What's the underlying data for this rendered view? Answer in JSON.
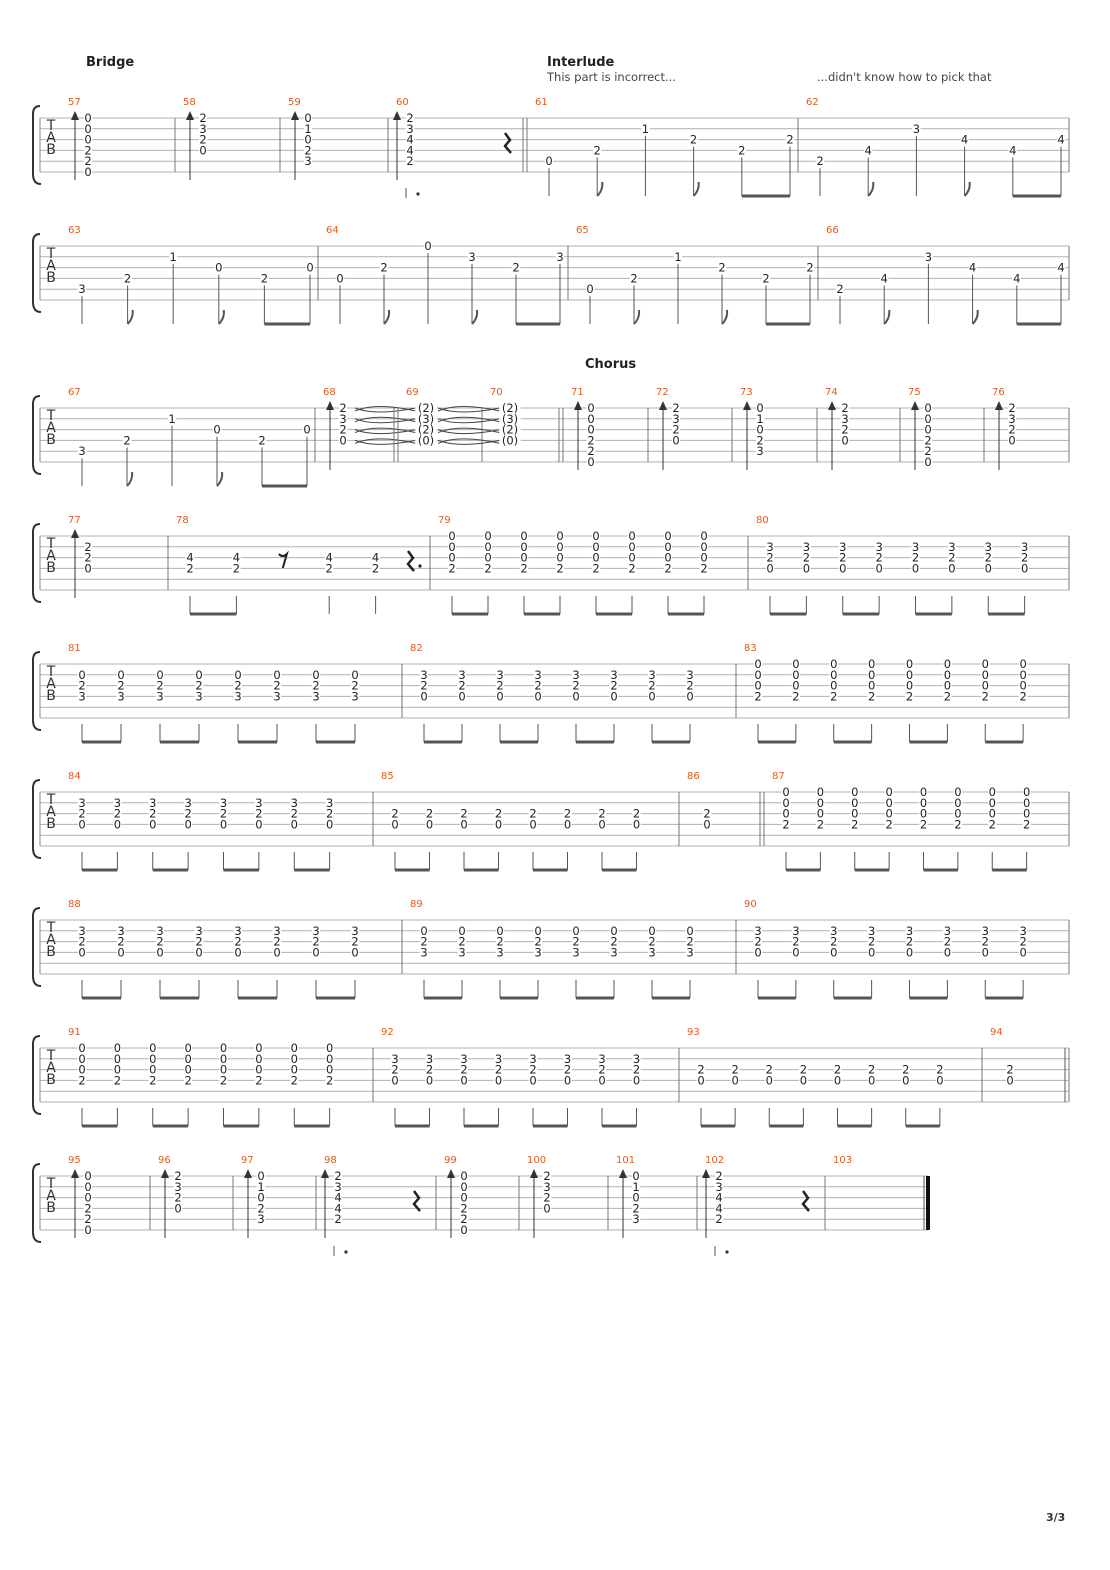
{
  "sections": {
    "bridge": "Bridge",
    "interlude": "Interlude",
    "chorus": "Chorus"
  },
  "notes": {
    "interlude_note_1": "This part is incorrect...",
    "interlude_note_2": "...didn't know how to pick that"
  },
  "clef": [
    "T",
    "A",
    "B"
  ],
  "page_number": "3/3",
  "colors": {
    "measure_number": "#e35a1e",
    "staff_line": "#b0b0b0",
    "text": "#222222"
  },
  "icons": {
    "strum": "strum-up-arrow",
    "rest_quarter": "quarter-rest",
    "rest_eighth": "eighth-rest"
  },
  "systems": [
    {
      "measures": [
        {
          "n": "57",
          "beats": [
            {
              "t": "c",
              "f": [
                "0",
                "0",
                "0",
                "2",
                "2",
                "0"
              ],
              "arrow": true
            }
          ]
        },
        {
          "n": "58",
          "beats": [
            {
              "t": "c",
              "f": [
                "2",
                "3",
                "2",
                "0",
                null,
                null
              ],
              "arrow": true
            }
          ]
        },
        {
          "n": "59",
          "beats": [
            {
              "t": "c",
              "f": [
                "0",
                "1",
                "0",
                "2",
                "3",
                null
              ],
              "arrow": true
            }
          ]
        },
        {
          "n": "60",
          "beats": [
            {
              "t": "c",
              "f": [
                "2",
                "3",
                "4",
                "4",
                "2",
                null
              ],
              "arrow": true,
              "dotted": true
            },
            {
              "t": "r"
            }
          ]
        },
        {
          "n": "61",
          "repeat": true,
          "beats": [
            {
              "t": "n",
              "s": 4,
              "f": "0",
              "stem": "q"
            },
            {
              "t": "n",
              "s": 3,
              "f": "2",
              "stem": "8"
            },
            {
              "t": "n",
              "s": 1,
              "f": "1",
              "stem": "q"
            },
            {
              "t": "n",
              "s": 2,
              "f": "2",
              "stem": "8"
            },
            {
              "t": "n",
              "s": 3,
              "f": "2",
              "stem": "b"
            },
            {
              "t": "n",
              "s": 2,
              "f": "2",
              "stem": "b"
            }
          ]
        },
        {
          "n": "62",
          "beats": [
            {
              "t": "n",
              "s": 4,
              "f": "2",
              "stem": "q"
            },
            {
              "t": "n",
              "s": 3,
              "f": "4",
              "stem": "8"
            },
            {
              "t": "n",
              "s": 1,
              "f": "3",
              "stem": "q"
            },
            {
              "t": "n",
              "s": 2,
              "f": "4",
              "stem": "8"
            },
            {
              "t": "n",
              "s": 3,
              "f": "4",
              "stem": "b"
            },
            {
              "t": "n",
              "s": 2,
              "f": "4",
              "stem": "b"
            }
          ]
        }
      ]
    },
    {
      "measures": [
        {
          "n": "63",
          "beats": [
            {
              "t": "n",
              "s": 4,
              "f": "3",
              "stem": "q"
            },
            {
              "t": "n",
              "s": 3,
              "f": "2",
              "stem": "8"
            },
            {
              "t": "n",
              "s": 1,
              "f": "1",
              "stem": "q"
            },
            {
              "t": "n",
              "s": 2,
              "f": "0",
              "stem": "8"
            },
            {
              "t": "n",
              "s": 3,
              "f": "2",
              "stem": "b"
            },
            {
              "t": "n",
              "s": 2,
              "f": "0",
              "stem": "b"
            }
          ]
        },
        {
          "n": "64",
          "beats": [
            {
              "t": "n",
              "s": 3,
              "f": "0",
              "stem": "q"
            },
            {
              "t": "n",
              "s": 2,
              "f": "2",
              "stem": "8"
            },
            {
              "t": "n",
              "s": 0,
              "f": "0",
              "stem": "q"
            },
            {
              "t": "n",
              "s": 1,
              "f": "3",
              "stem": "8"
            },
            {
              "t": "n",
              "s": 2,
              "f": "2",
              "stem": "b"
            },
            {
              "t": "n",
              "s": 1,
              "f": "3",
              "stem": "b"
            }
          ]
        },
        {
          "n": "65",
          "beats": [
            {
              "t": "n",
              "s": 4,
              "f": "0",
              "stem": "q"
            },
            {
              "t": "n",
              "s": 3,
              "f": "2",
              "stem": "8"
            },
            {
              "t": "n",
              "s": 1,
              "f": "1",
              "stem": "q"
            },
            {
              "t": "n",
              "s": 2,
              "f": "2",
              "stem": "8"
            },
            {
              "t": "n",
              "s": 3,
              "f": "2",
              "stem": "b"
            },
            {
              "t": "n",
              "s": 2,
              "f": "2",
              "stem": "b"
            }
          ]
        },
        {
          "n": "66",
          "beats": [
            {
              "t": "n",
              "s": 4,
              "f": "2",
              "stem": "q"
            },
            {
              "t": "n",
              "s": 3,
              "f": "4",
              "stem": "8"
            },
            {
              "t": "n",
              "s": 1,
              "f": "3",
              "stem": "q"
            },
            {
              "t": "n",
              "s": 2,
              "f": "4",
              "stem": "8"
            },
            {
              "t": "n",
              "s": 3,
              "f": "4",
              "stem": "b"
            },
            {
              "t": "n",
              "s": 2,
              "f": "4",
              "stem": "b"
            }
          ]
        }
      ]
    },
    {
      "measures": [
        {
          "n": "67",
          "beats": [
            {
              "t": "n",
              "s": 4,
              "f": "3",
              "stem": "q"
            },
            {
              "t": "n",
              "s": 3,
              "f": "2",
              "stem": "8"
            },
            {
              "t": "n",
              "s": 1,
              "f": "1",
              "stem": "q"
            },
            {
              "t": "n",
              "s": 2,
              "f": "0",
              "stem": "8"
            },
            {
              "t": "n",
              "s": 3,
              "f": "2",
              "stem": "b"
            },
            {
              "t": "n",
              "s": 2,
              "f": "0",
              "stem": "b"
            }
          ]
        },
        {
          "n": "68",
          "beats": [
            {
              "t": "c",
              "f": [
                "2",
                "3",
                "2",
                "0",
                null,
                null
              ],
              "arrow": true,
              "tie": true
            }
          ]
        },
        {
          "n": "69",
          "repeat": true,
          "beats": [
            {
              "t": "c",
              "f": [
                "(2)",
                "(3)",
                "(2)",
                "(0)",
                null,
                null
              ],
              "tie": true
            }
          ]
        },
        {
          "n": "70",
          "beats": [
            {
              "t": "c",
              "f": [
                "(2)",
                "(3)",
                "(2)",
                "(0)",
                null,
                null
              ]
            }
          ]
        },
        {
          "n": "71",
          "repeat": true,
          "beats": [
            {
              "t": "c",
              "f": [
                "0",
                "0",
                "0",
                "2",
                "2",
                "0"
              ],
              "arrow": true
            }
          ]
        },
        {
          "n": "72",
          "beats": [
            {
              "t": "c",
              "f": [
                "2",
                "3",
                "2",
                "0",
                null,
                null
              ],
              "arrow": true
            }
          ]
        },
        {
          "n": "73",
          "beats": [
            {
              "t": "c",
              "f": [
                "0",
                "1",
                "0",
                "2",
                "3",
                null
              ],
              "arrow": true
            }
          ]
        },
        {
          "n": "74",
          "beats": [
            {
              "t": "c",
              "f": [
                "2",
                "3",
                "2",
                "0",
                null,
                null
              ],
              "arrow": true
            }
          ]
        },
        {
          "n": "75",
          "beats": [
            {
              "t": "c",
              "f": [
                "0",
                "0",
                "0",
                "2",
                "2",
                "0"
              ],
              "arrow": true
            }
          ]
        },
        {
          "n": "76",
          "beats": [
            {
              "t": "c",
              "f": [
                "2",
                "3",
                "2",
                "0",
                null,
                null
              ],
              "arrow": true
            }
          ]
        }
      ]
    },
    {
      "measures": [
        {
          "n": "77",
          "beats": [
            {
              "t": "c",
              "f": [
                null,
                "2",
                "2",
                "0",
                null,
                null
              ],
              "arrow": true
            }
          ]
        },
        {
          "n": "78",
          "beats": [
            {
              "t": "c",
              "f": [
                null,
                null,
                "4",
                "2",
                null,
                null
              ],
              "stem": "b"
            },
            {
              "t": "c",
              "f": [
                null,
                null,
                "4",
                "2",
                null,
                null
              ],
              "stem": "b"
            },
            {
              "t": "r8"
            },
            {
              "t": "c",
              "f": [
                null,
                null,
                "4",
                "2",
                null,
                null
              ],
              "stem": "8"
            },
            {
              "t": "c",
              "f": [
                null,
                null,
                "4",
                "2",
                null,
                null
              ],
              "stem": "8"
            },
            {
              "t": "rd"
            }
          ]
        },
        {
          "n": "79",
          "pairs": 4,
          "chord": [
            "0",
            "0",
            "0",
            "2",
            null,
            null
          ]
        },
        {
          "n": "80",
          "pairs": 4,
          "chord": [
            null,
            "3",
            "2",
            "0",
            null,
            null
          ]
        }
      ]
    },
    {
      "measures": [
        {
          "n": "81",
          "pairs": 4,
          "chord": [
            null,
            "0",
            "2",
            "3",
            null,
            null
          ]
        },
        {
          "n": "82",
          "pairs": 4,
          "chord": [
            null,
            "3",
            "2",
            "0",
            null,
            null
          ]
        },
        {
          "n": "83",
          "pairs": 4,
          "chord": [
            "0",
            "0",
            "0",
            "2",
            null,
            null
          ]
        }
      ]
    },
    {
      "measures": [
        {
          "n": "84",
          "pairs": 4,
          "chord": [
            null,
            "3",
            "2",
            "0",
            null,
            null
          ]
        },
        {
          "n": "85",
          "pairs": 4,
          "chord": [
            null,
            null,
            "2",
            "0",
            null,
            null
          ]
        },
        {
          "n": "86",
          "beats": [
            {
              "t": "c",
              "f": [
                null,
                null,
                "2",
                "0",
                null,
                null
              ]
            }
          ]
        },
        {
          "n": "87",
          "repeat": true,
          "pairs": 4,
          "chord": [
            "0",
            "0",
            "0",
            "2",
            null,
            null
          ]
        }
      ]
    },
    {
      "measures": [
        {
          "n": "88",
          "pairs": 4,
          "chord": [
            null,
            "3",
            "2",
            "0",
            null,
            null
          ]
        },
        {
          "n": "89",
          "pairs": 4,
          "chord": [
            null,
            "0",
            "2",
            "3",
            null,
            null
          ]
        },
        {
          "n": "90",
          "pairs": 4,
          "chord": [
            null,
            "3",
            "2",
            "0",
            null,
            null
          ]
        }
      ]
    },
    {
      "measures": [
        {
          "n": "91",
          "pairs": 4,
          "chord": [
            "0",
            "0",
            "0",
            "2",
            null,
            null
          ]
        },
        {
          "n": "92",
          "pairs": 4,
          "chord": [
            null,
            "3",
            "2",
            "0",
            null,
            null
          ]
        },
        {
          "n": "93",
          "pairs": 4,
          "chord": [
            null,
            null,
            "2",
            "0",
            null,
            null
          ]
        },
        {
          "n": "94",
          "beats": [
            {
              "t": "c",
              "f": [
                null,
                null,
                "2",
                "0",
                null,
                null
              ]
            }
          ],
          "end_repeat": true
        }
      ]
    },
    {
      "measures": [
        {
          "n": "95",
          "beats": [
            {
              "t": "c",
              "f": [
                "0",
                "0",
                "0",
                "2",
                "2",
                "0"
              ],
              "arrow": true
            }
          ]
        },
        {
          "n": "96",
          "beats": [
            {
              "t": "c",
              "f": [
                "2",
                "3",
                "2",
                "0",
                null,
                null
              ],
              "arrow": true
            }
          ]
        },
        {
          "n": "97",
          "beats": [
            {
              "t": "c",
              "f": [
                "0",
                "1",
                "0",
                "2",
                "3",
                null
              ],
              "arrow": true
            }
          ]
        },
        {
          "n": "98",
          "beats": [
            {
              "t": "c",
              "f": [
                "2",
                "3",
                "4",
                "4",
                "2",
                null
              ],
              "arrow": true,
              "dotted": true
            },
            {
              "t": "r"
            }
          ]
        },
        {
          "n": "99",
          "beats": [
            {
              "t": "c",
              "f": [
                "0",
                "0",
                "0",
                "2",
                "2",
                "0"
              ],
              "arrow": true
            }
          ]
        },
        {
          "n": "100",
          "beats": [
            {
              "t": "c",
              "f": [
                "2",
                "3",
                "2",
                "0",
                null,
                null
              ],
              "arrow": true
            }
          ]
        },
        {
          "n": "101",
          "beats": [
            {
              "t": "c",
              "f": [
                "0",
                "1",
                "0",
                "2",
                "3",
                null
              ],
              "arrow": true
            }
          ]
        },
        {
          "n": "102",
          "beats": [
            {
              "t": "c",
              "f": [
                "2",
                "3",
                "4",
                "4",
                "2",
                null
              ],
              "arrow": true,
              "dotted": true
            },
            {
              "t": "r"
            }
          ]
        },
        {
          "n": "103",
          "beats": [],
          "final": true
        }
      ]
    }
  ]
}
